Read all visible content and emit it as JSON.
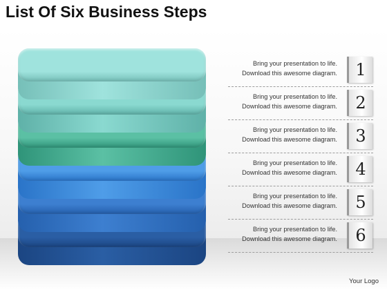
{
  "title": "List Of Six Business Steps",
  "layers": [
    {
      "top_color": "#9fe3dd",
      "side_color": "#76bfb8"
    },
    {
      "top_color": "#8ad9d0",
      "side_color": "#5fb1a8"
    },
    {
      "top_color": "#5bc0a4",
      "side_color": "#2f9479"
    },
    {
      "top_color": "#4f9de8",
      "side_color": "#2a74c8"
    },
    {
      "top_color": "#3d7fd0",
      "side_color": "#2560ad"
    },
    {
      "top_color": "#2a5ea4",
      "side_color": "#1b4582"
    }
  ],
  "steps": [
    {
      "number": "1",
      "line1": "Bring your presentation to life.",
      "line2": "Download this awesome diagram."
    },
    {
      "number": "2",
      "line1": "Bring your presentation to life.",
      "line2": "Download this awesome diagram."
    },
    {
      "number": "3",
      "line1": "Bring your presentation to life.",
      "line2": "Download this awesome diagram."
    },
    {
      "number": "4",
      "line1": "Bring your presentation to life.",
      "line2": "Download this awesome diagram."
    },
    {
      "number": "5",
      "line1": "Bring your presentation to life.",
      "line2": "Download this awesome diagram."
    },
    {
      "number": "6",
      "line1": "Bring your presentation to life.",
      "line2": "Download this awesome diagram."
    }
  ],
  "logo": "Your Logo"
}
